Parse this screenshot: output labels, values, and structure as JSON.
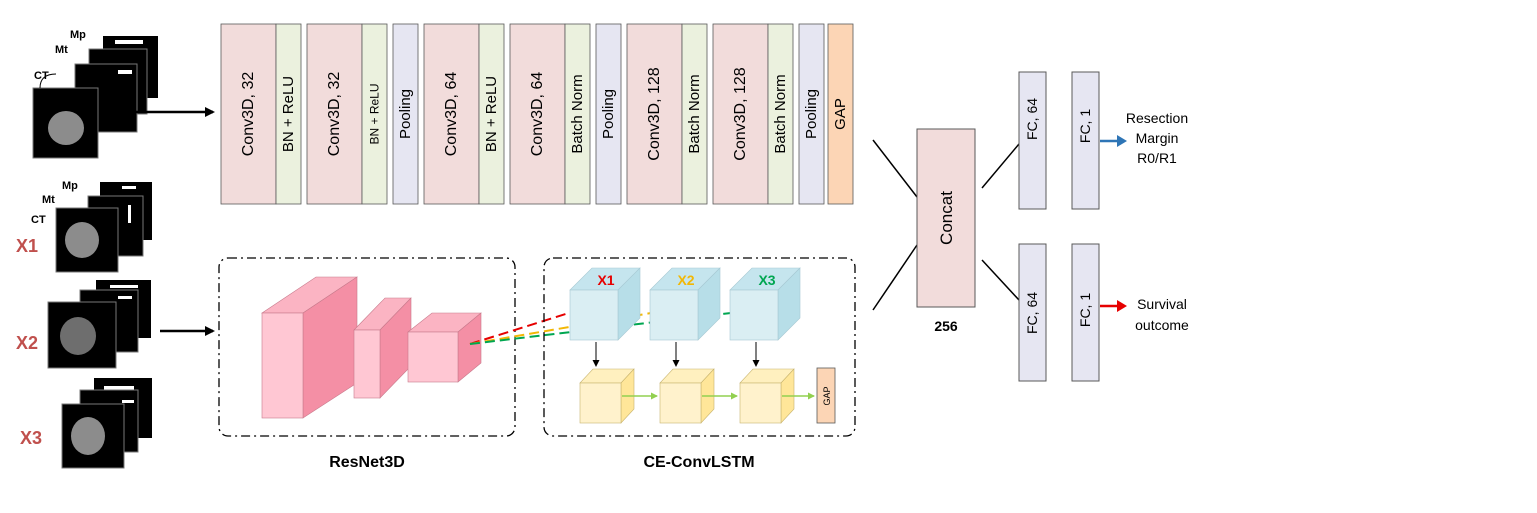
{
  "inputs": {
    "top_stack": {
      "ct": "CT",
      "mt": "Mt",
      "mp": "Mp"
    },
    "mid_stack": {
      "ct": "CT",
      "mt": "Mt",
      "mp": "Mp"
    },
    "timepoints": [
      "X1",
      "X2",
      "X3"
    ]
  },
  "cnn_layers": [
    {
      "label": "Conv3D, 32",
      "kind": "conv"
    },
    {
      "label": "BN + ReLU",
      "kind": "bn"
    },
    {
      "label": "Conv3D, 32",
      "kind": "conv"
    },
    {
      "label": "BN + ReLU",
      "kind": "bn"
    },
    {
      "label": "Pooling",
      "kind": "pool"
    },
    {
      "label": "Conv3D, 64",
      "kind": "conv"
    },
    {
      "label": "BN + ReLU",
      "kind": "bn"
    },
    {
      "label": "Conv3D, 64",
      "kind": "conv"
    },
    {
      "label": "Batch Norm",
      "kind": "bn"
    },
    {
      "label": "Pooling",
      "kind": "pool"
    },
    {
      "label": "Conv3D, 128",
      "kind": "conv"
    },
    {
      "label": "Batch Norm",
      "kind": "bn"
    },
    {
      "label": "Conv3D, 128",
      "kind": "conv"
    },
    {
      "label": "Batch Norm",
      "kind": "bn"
    },
    {
      "label": "Pooling",
      "kind": "pool"
    },
    {
      "label": "GAP",
      "kind": "gap"
    }
  ],
  "resnet": {
    "title": "ResNet3D"
  },
  "convlstm": {
    "title": "CE-ConvLSTM",
    "inputs": [
      "X1",
      "X2",
      "X3"
    ],
    "gap": "GAP"
  },
  "concat": {
    "label": "Concat",
    "size": "256"
  },
  "heads": {
    "resection": {
      "fc1": "FC, 64",
      "fc2": "FC, 1",
      "output": [
        "Resection",
        "Margin",
        "R0/R1"
      ]
    },
    "survival": {
      "fc1": "FC, 64",
      "fc2": "FC, 1",
      "output": [
        "Survival",
        "outcome"
      ]
    }
  },
  "colors": {
    "conv": "#f2dcdb",
    "bn": "#ebf1de",
    "pool": "#e6e6f2",
    "gap": "#fcd5b5",
    "box_border": "#595959",
    "cube_front": "#ffc7d3",
    "cube_side": "#f48fa5",
    "cube_top": "#fbb4c3",
    "lstm_in_front": "#daeef3",
    "lstm_in_side": "#b7dee8",
    "lstm_cell_front": "#fff2cc",
    "lstm_cell_side": "#ffe699",
    "x1": "#e60000",
    "x2": "#f2b705",
    "x3": "#00a651",
    "timepoint": "#c0504d",
    "arrow_blue": "#2e75b6",
    "arrow_red": "#e60000",
    "green_arrow": "#92d050"
  }
}
